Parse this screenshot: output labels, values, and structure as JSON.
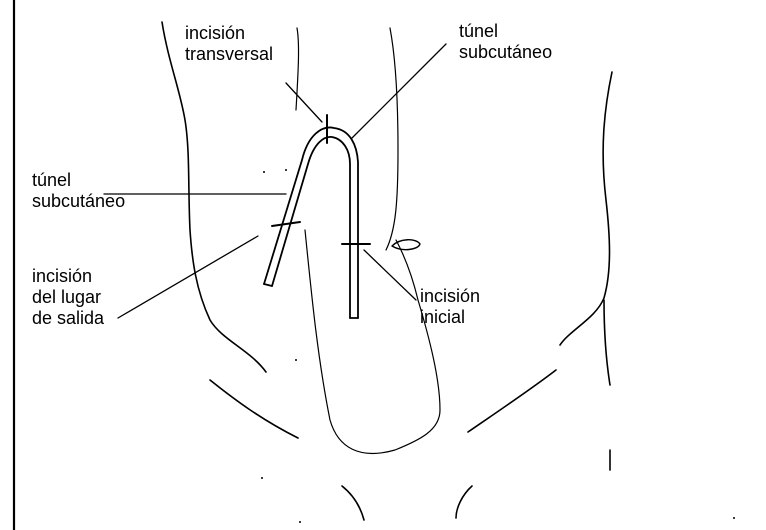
{
  "labels": {
    "incision_transversal": "incisión\ntransversal",
    "tunel_top": "túnel\nsubcutáneo",
    "tunel_left": "túnel\nsubcutáneo",
    "incision_salida": "incisión\ndel lugar\nde salida",
    "incision_inicial": "incisión\ninicial"
  },
  "colors": {
    "ink": "#000000",
    "background": "#ffffff"
  }
}
